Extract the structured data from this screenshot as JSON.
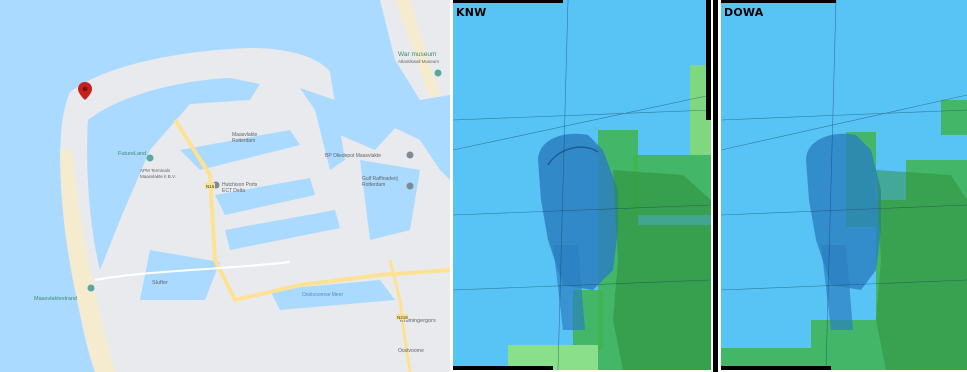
{
  "map": {
    "labels": {
      "war_museum": "War museum",
      "war_museum_sub": "Atlantikwall Museum",
      "fisheryland": "FutureLand",
      "apm": "APM Terminals",
      "apm_sub": "Maasvlakte II B.V.",
      "maasvlakte": "Maasvlakte",
      "maasvlakte_sub": "Rotterdam",
      "hutchison": "Hutchison Ports",
      "hutchison_sub": "ECT Delta",
      "bp": "BP Oliedepot Maasvlakte",
      "gulf": "Gulf Raffinaderij",
      "gulf_sub": "Rotterdam",
      "slufter": "Slufter",
      "maasvlakte_strand": "Maasvlaktestrand",
      "kruiningergors": "Kruiningergors",
      "oostvoorne": "Oostvoorne",
      "oostvoornse_meer": "Oostvoornse Meer",
      "road_n15": "N15",
      "road_n218": "N218"
    },
    "colors": {
      "water": "#aadaff",
      "land": "#e8eaed",
      "road": "#fde293",
      "sand": "#f5ecd0",
      "marker": "#c5221f",
      "poi": "#5aa89c"
    }
  },
  "knw": {
    "label": "KNW",
    "colors": {
      "sea": "#58c3f5",
      "deep": "#2b7fc0",
      "green": "#3fb54d",
      "light_green": "#8adf8a"
    }
  },
  "dowa": {
    "label": "DOWA",
    "colors": {
      "sea": "#58c3f5",
      "deep": "#2b7fc0",
      "green": "#3fb54d",
      "light_green": "#8adf8a"
    }
  }
}
